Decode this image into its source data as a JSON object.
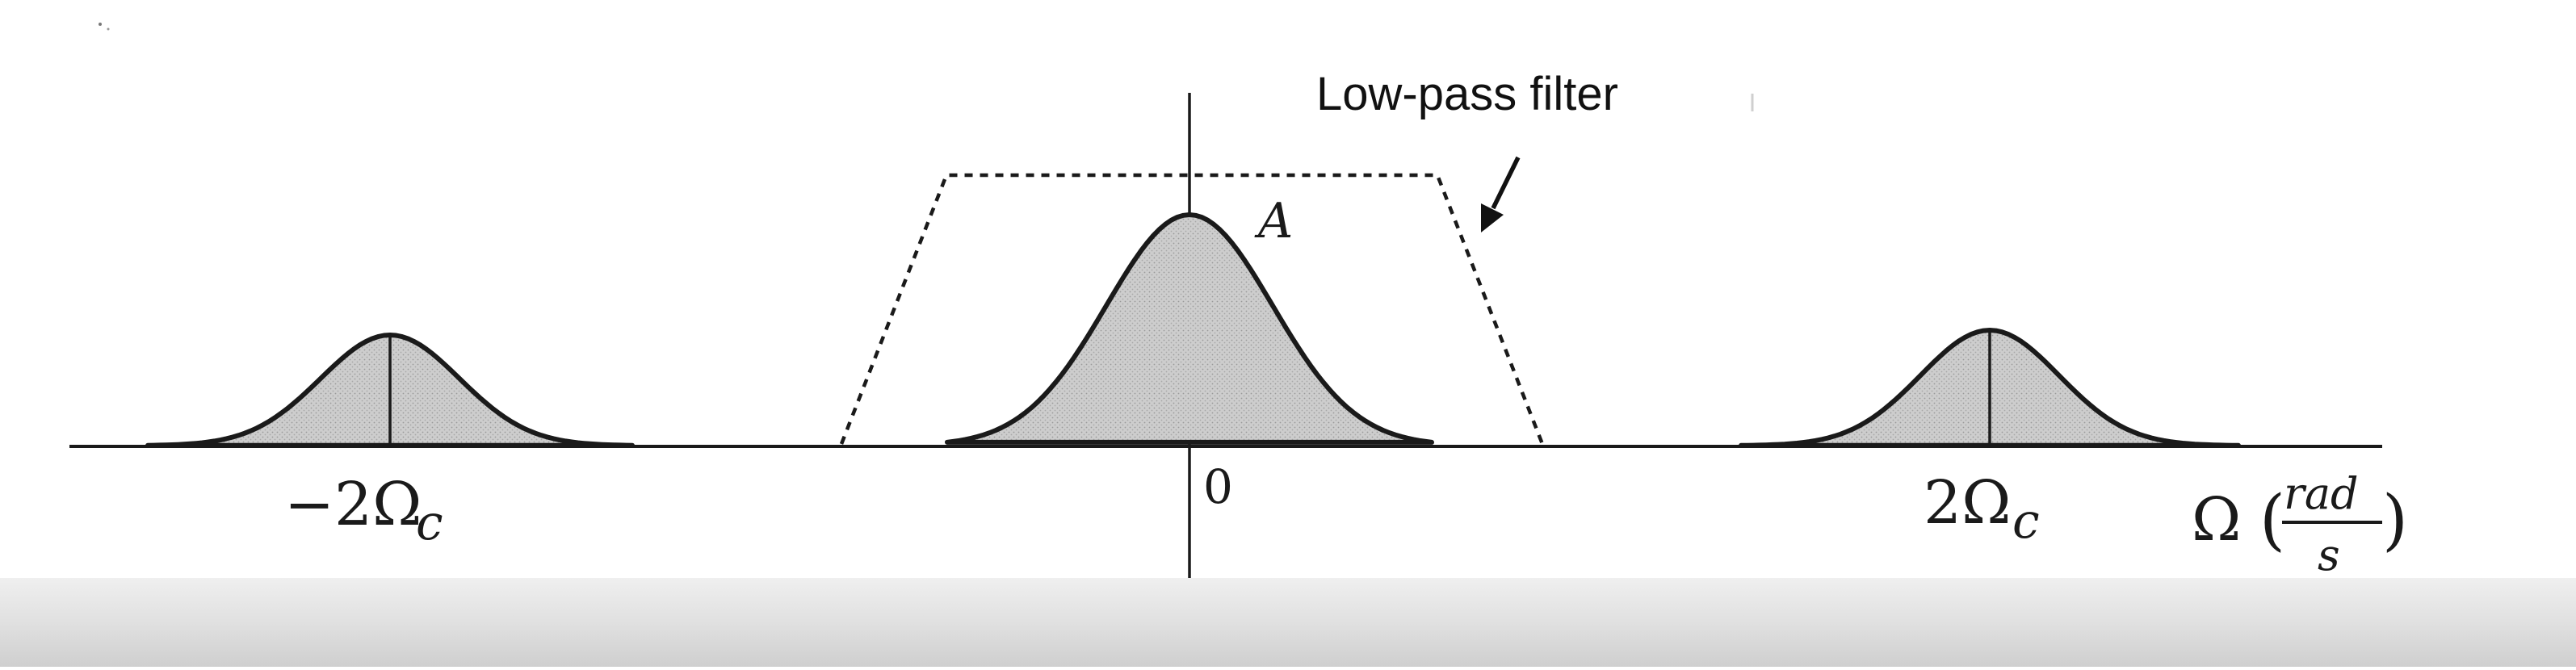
{
  "labels": {
    "filter_label": "Low-pass filter",
    "peak_label": "A",
    "origin_label": "0",
    "left_minus": "−2Ω",
    "left_sub": "c",
    "right_main": "2Ω",
    "right_sub": "c",
    "axis_symbol": "Ω",
    "axis_open": "(",
    "axis_num": "rad",
    "axis_den": "s",
    "axis_close": ")"
  },
  "colors": {
    "pulse_fill": "#c9c9c9",
    "line": "#1a1a1a"
  }
}
